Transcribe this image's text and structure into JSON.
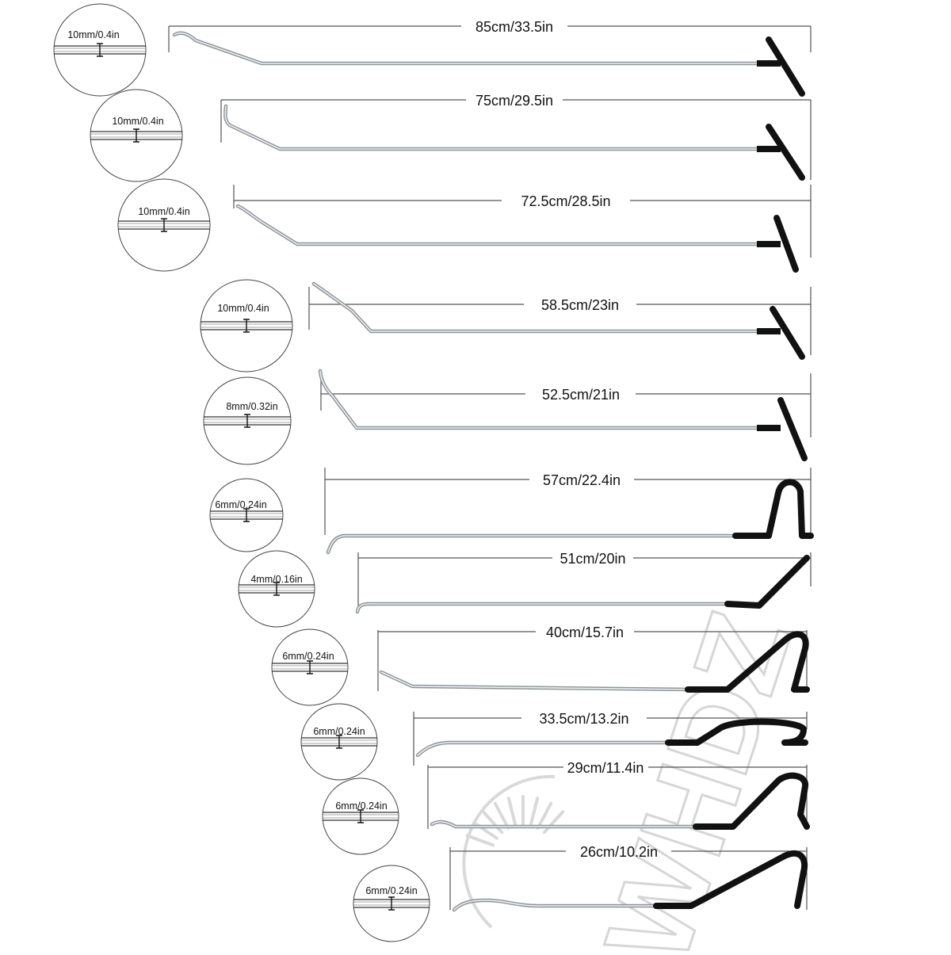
{
  "colors": {
    "rod": "#b9bec4",
    "rod_highlight": "#eef0f2",
    "handle": "#111111",
    "dimension_line": "#555555",
    "circle_stroke": "#444444",
    "watermark": "#d9d9d9"
  },
  "watermark": {
    "text": "WHDZ"
  },
  "rods": [
    {
      "length_label": "85cm/33.5in",
      "diameter_label": "10mm/0.4in",
      "handle": "t-handle"
    },
    {
      "length_label": "75cm/29.5in",
      "diameter_label": "10mm/0.4in",
      "handle": "t-handle"
    },
    {
      "length_label": "72.5cm/28.5in",
      "diameter_label": "10mm/0.4in",
      "handle": "t-handle"
    },
    {
      "length_label": "58.5cm/23in",
      "diameter_label": "10mm/0.4in",
      "handle": "t-handle"
    },
    {
      "length_label": "52.5cm/21in",
      "diameter_label": "8mm/0.32in",
      "handle": "t-handle"
    },
    {
      "length_label": "57cm/22.4in",
      "diameter_label": "6mm/0.24in",
      "handle": "loop-handle"
    },
    {
      "length_label": "51cm/20in",
      "diameter_label": "4mm/0.16in",
      "handle": "bent-grip"
    },
    {
      "length_label": "40cm/15.7in",
      "diameter_label": "6mm/0.24in",
      "handle": "loop-handle"
    },
    {
      "length_label": "33.5cm/13.2in",
      "diameter_label": "6mm/0.24in",
      "handle": "loop-handle"
    },
    {
      "length_label": "29cm/11.4in",
      "diameter_label": "6mm/0.24in",
      "handle": "loop-handle"
    },
    {
      "length_label": "26cm/10.2in",
      "diameter_label": "6mm/0.24in",
      "handle": "loop-handle"
    }
  ]
}
